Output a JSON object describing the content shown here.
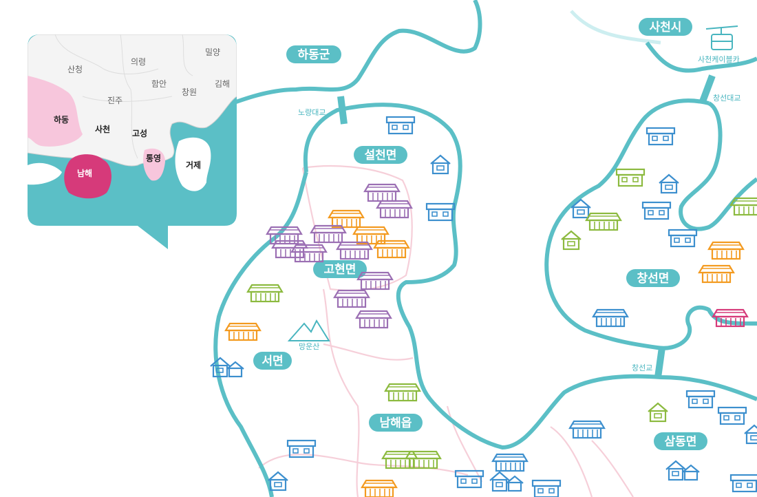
{
  "colors": {
    "coast": "#5bbfc6",
    "sea": "#5bbfc6",
    "road": "#f6cfd9",
    "purple": "#9b6fb3",
    "orange": "#f39a1f",
    "green": "#8cba3f",
    "blue": "#3c8fce",
    "magenta": "#d63a7a",
    "teal": "#48b5bf"
  },
  "region_labels": {
    "hadong": "하동군",
    "sacheon": "사천시",
    "seolcheon": "설천면",
    "gohyeon": "고현면",
    "seo": "서면",
    "namhae": "남해읍",
    "changseon": "창선면",
    "samdong": "삼동면"
  },
  "place_labels": {
    "noryang": "노량대교",
    "changseon_bridge": "창선대교",
    "changseongyo": "창선교",
    "cablecar": "사천케이블카",
    "mangunsan": "망운산"
  },
  "inset": {
    "regions": {
      "sancheong": "산청",
      "uiryeong": "의령",
      "miryang": "밀양",
      "haman": "함안",
      "jinju": "진주",
      "changwon": "창원",
      "gimhae": "김해",
      "hadong": "하동",
      "sacheon": "사천",
      "goseong": "고성",
      "namhae": "남해",
      "tongyeong": "통영",
      "geoje": "거제"
    }
  }
}
